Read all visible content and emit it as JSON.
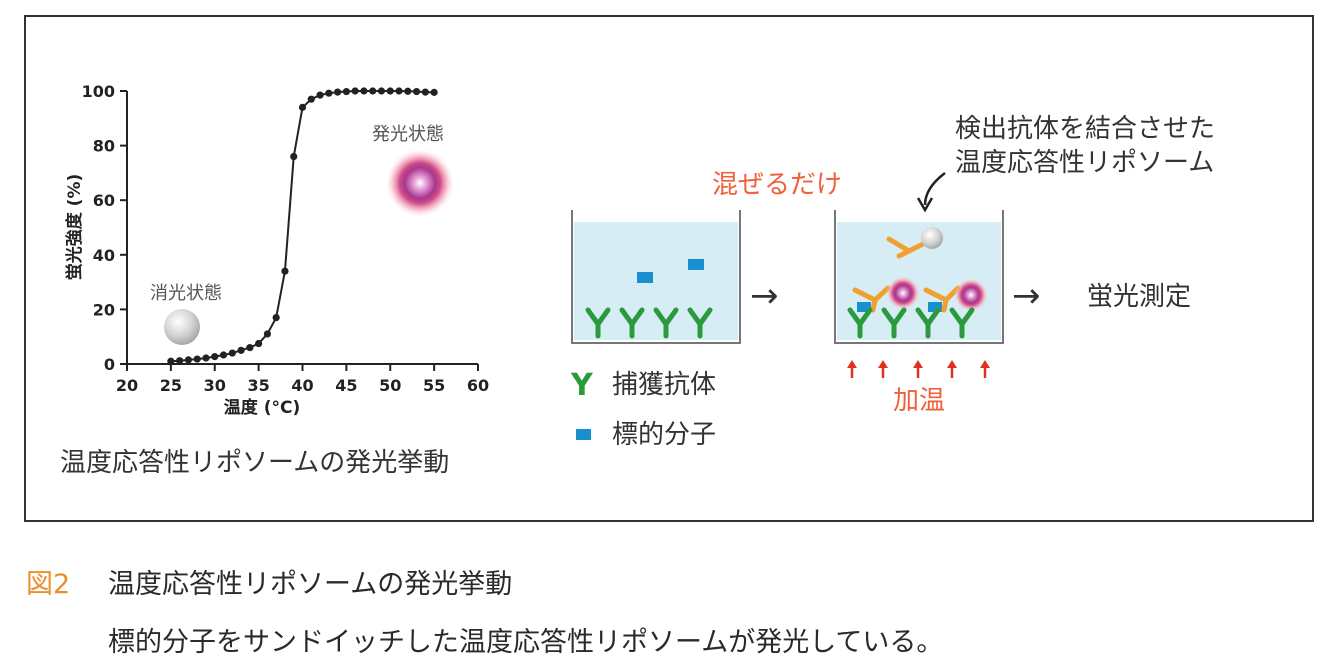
{
  "figure": {
    "label": "図2",
    "caption_title": "温度応答性リポソームの発光挙動",
    "caption_body": "標的分子をサンドイッチした温度応答性リポソームが発光している。"
  },
  "chart_data": {
    "type": "line",
    "title": "温度応答性リポソームの発光挙動",
    "xlabel": "温度 (°C)",
    "ylabel": "蛍光強度 (%)",
    "xlim": [
      20,
      60
    ],
    "ylim": [
      0,
      100
    ],
    "xticks": [
      20,
      25,
      30,
      35,
      40,
      45,
      50,
      55,
      60
    ],
    "yticks": [
      0,
      20,
      40,
      60,
      80,
      100
    ],
    "grid": false,
    "annotations": [
      {
        "text": "消光状態",
        "state": "quenched",
        "color": "#c8c8c8"
      },
      {
        "text": "発光状態",
        "state": "emitting",
        "color": "#b0479b"
      }
    ],
    "series": [
      {
        "x": [
          25,
          26,
          27,
          28,
          29,
          30,
          31,
          32,
          33,
          34,
          35,
          36,
          37,
          38,
          39,
          40,
          41,
          42,
          43,
          44,
          45,
          46,
          47,
          48,
          49,
          50,
          51,
          52,
          53,
          54,
          55
        ],
        "y": [
          1,
          1.2,
          1.5,
          1.8,
          2.2,
          2.7,
          3.3,
          4.0,
          5.0,
          6.0,
          7.5,
          11,
          17,
          34,
          76,
          94,
          97,
          98.5,
          99.2,
          99.6,
          99.8,
          100,
          100,
          100,
          100,
          100,
          100,
          99.9,
          99.8,
          99.6,
          99.5
        ],
        "color": "#222222"
      }
    ]
  },
  "diagram": {
    "mix_label": "混ぜるだけ",
    "liposome_note_line1": "検出抗体を結合させた",
    "liposome_note_line2": "温度応答性リポソーム",
    "measure_label": "蛍光測定",
    "heat_label": "加温",
    "arrow_glyph": "→",
    "legend_capture_icon": "Y",
    "legend_capture": "捕獲抗体",
    "legend_target_icon": "■",
    "legend_target": "標的分子",
    "colors": {
      "accent": "#f0603a",
      "antibody": "#2a9a3c",
      "target": "#1a8fd0",
      "detect_antibody": "#f0a030",
      "liposome": "#b0479b",
      "well_fill": "#d6edf5",
      "arrow_red": "#e0301e"
    }
  }
}
